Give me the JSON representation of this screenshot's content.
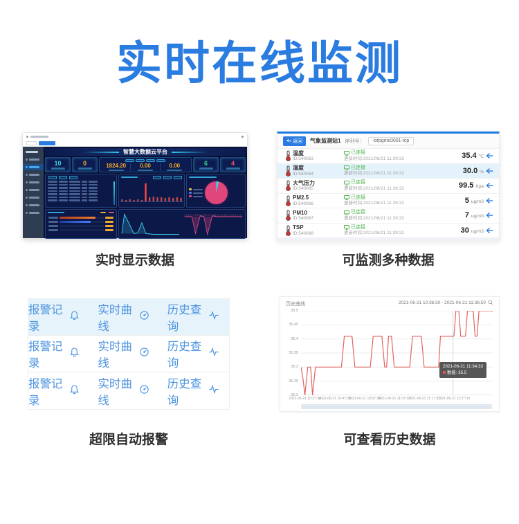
{
  "page": {
    "title": "实时在线监测",
    "accent_color": "#2b7ce0"
  },
  "dashboard": {
    "caption": "实时显示数据",
    "banner_title": "智慧大数据云平台",
    "stats": {
      "left": [
        "10",
        "0"
      ],
      "kpis": [
        "1824.20",
        "0.00",
        "0.00"
      ],
      "right": [
        "6",
        "4"
      ],
      "colors": {
        "left0": "#35dce0",
        "left1": "#f0a832",
        "right0": "#3dd68c",
        "right1": "#f0506e"
      }
    }
  },
  "sensors": {
    "caption": "可监测多种数据",
    "back_label": "返回",
    "station": "气象监测站1",
    "serial_label": "序列号：",
    "serial": "iotpgetc0001-tcp",
    "status": "已连接",
    "updated": "更新时间:2021/06/21 11:39:32",
    "rows": [
      {
        "name": "温度",
        "id": "ID:540063",
        "value": "35.4",
        "unit": "℃",
        "highlight": false
      },
      {
        "name": "湿度",
        "id": "ID:540064",
        "value": "30.0",
        "unit": "%",
        "highlight": true
      },
      {
        "name": "大气压力",
        "id": "ID:540065",
        "value": "99.5",
        "unit": "Kpa",
        "highlight": false
      },
      {
        "name": "PM2.5",
        "id": "ID:540066",
        "value": "5",
        "unit": "ug/m3",
        "highlight": false
      },
      {
        "name": "PM10",
        "id": "ID:540067",
        "value": "7",
        "unit": "ug/m3",
        "highlight": false
      },
      {
        "name": "TSP",
        "id": "ID:540068",
        "value": "30",
        "unit": "ug/m3",
        "highlight": false
      }
    ]
  },
  "alarms": {
    "caption": "超限自动报警",
    "row_count": 3,
    "links": [
      {
        "label": "报警记录",
        "icon": "bell-icon"
      },
      {
        "label": "实时曲线",
        "icon": "curve-icon"
      },
      {
        "label": "历史查询",
        "icon": "wave-icon"
      }
    ]
  },
  "history": {
    "caption": "可查看历史数据"
  },
  "chart_data": {
    "type": "line",
    "title": "历史曲线",
    "date_range": "2021-06-21 10:36:50 - 2021-06-21 11:36:50",
    "x_ticks": [
      "2021-06-21 10:37:34",
      "2021-06-21 10:47:33",
      "2021-06-21 10:57:34",
      "2021-06-21 11:07:33",
      "2021-06-21 11:17:32",
      "2021-06-21 11:27:33"
    ],
    "y_ticks": [
      35.2,
      35.25,
      35.3,
      35.35,
      35.4,
      35.45,
      35.5
    ],
    "ylim": [
      35.2,
      35.5
    ],
    "line_color": "#e26360",
    "grid": true,
    "crosshair_x_pct": 79,
    "tooltip": {
      "time": "2021-06-21 11:34:33",
      "label": "数值:",
      "value": "35.5"
    },
    "series": [
      {
        "name": "数值",
        "points": [
          [
            0,
            35.3
          ],
          [
            1,
            35.26
          ],
          [
            2,
            35.2
          ],
          [
            3.5,
            35.3
          ],
          [
            5,
            35.3
          ],
          [
            6,
            35.2
          ],
          [
            7.5,
            35.3
          ],
          [
            21,
            35.3
          ],
          [
            22.5,
            35.41
          ],
          [
            26.5,
            35.41
          ],
          [
            28,
            35.3
          ],
          [
            36,
            35.3
          ],
          [
            37.5,
            35.41
          ],
          [
            42,
            35.41
          ],
          [
            43.5,
            35.3
          ],
          [
            44.5,
            35.3
          ],
          [
            45.5,
            35.41
          ],
          [
            47,
            35.41
          ],
          [
            48.5,
            35.3
          ],
          [
            56.5,
            35.3
          ],
          [
            58,
            35.41
          ],
          [
            62.5,
            35.41
          ],
          [
            64,
            35.3
          ],
          [
            71.5,
            35.3
          ],
          [
            72.5,
            35.41
          ],
          [
            79.5,
            35.41
          ],
          [
            80.5,
            35.5
          ],
          [
            82,
            35.5
          ],
          [
            83,
            35.41
          ],
          [
            85.5,
            35.41
          ],
          [
            86.5,
            35.5
          ],
          [
            89.5,
            35.5
          ],
          [
            90.5,
            35.41
          ],
          [
            91.5,
            35.41
          ],
          [
            92.5,
            35.5
          ],
          [
            100,
            35.5
          ]
        ]
      }
    ]
  }
}
